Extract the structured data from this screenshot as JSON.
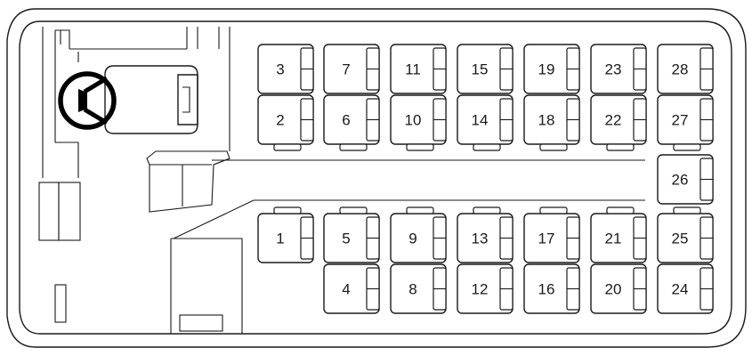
{
  "diagram": {
    "seats": [
      {
        "label": "3",
        "col": 0,
        "row": 0
      },
      {
        "label": "2",
        "col": 0,
        "row": 1
      },
      {
        "label": "1",
        "col": 0,
        "row": 3
      },
      {
        "label": "7",
        "col": 1,
        "row": 0
      },
      {
        "label": "6",
        "col": 1,
        "row": 1
      },
      {
        "label": "5",
        "col": 1,
        "row": 3
      },
      {
        "label": "4",
        "col": 1,
        "row": 4
      },
      {
        "label": "11",
        "col": 2,
        "row": 0
      },
      {
        "label": "10",
        "col": 2,
        "row": 1
      },
      {
        "label": "9",
        "col": 2,
        "row": 3
      },
      {
        "label": "8",
        "col": 2,
        "row": 4
      },
      {
        "label": "15",
        "col": 3,
        "row": 0
      },
      {
        "label": "14",
        "col": 3,
        "row": 1
      },
      {
        "label": "13",
        "col": 3,
        "row": 3
      },
      {
        "label": "12",
        "col": 3,
        "row": 4
      },
      {
        "label": "19",
        "col": 4,
        "row": 0
      },
      {
        "label": "18",
        "col": 4,
        "row": 1
      },
      {
        "label": "17",
        "col": 4,
        "row": 3
      },
      {
        "label": "16",
        "col": 4,
        "row": 4
      },
      {
        "label": "23",
        "col": 5,
        "row": 0
      },
      {
        "label": "22",
        "col": 5,
        "row": 1
      },
      {
        "label": "21",
        "col": 5,
        "row": 3
      },
      {
        "label": "20",
        "col": 5,
        "row": 4
      },
      {
        "label": "28",
        "col": 6,
        "row": 0
      },
      {
        "label": "27",
        "col": 6,
        "row": 1
      },
      {
        "label": "26",
        "col": 6,
        "row": 2
      },
      {
        "label": "25",
        "col": 6,
        "row": 3
      },
      {
        "label": "24",
        "col": 6,
        "row": 4
      }
    ]
  }
}
